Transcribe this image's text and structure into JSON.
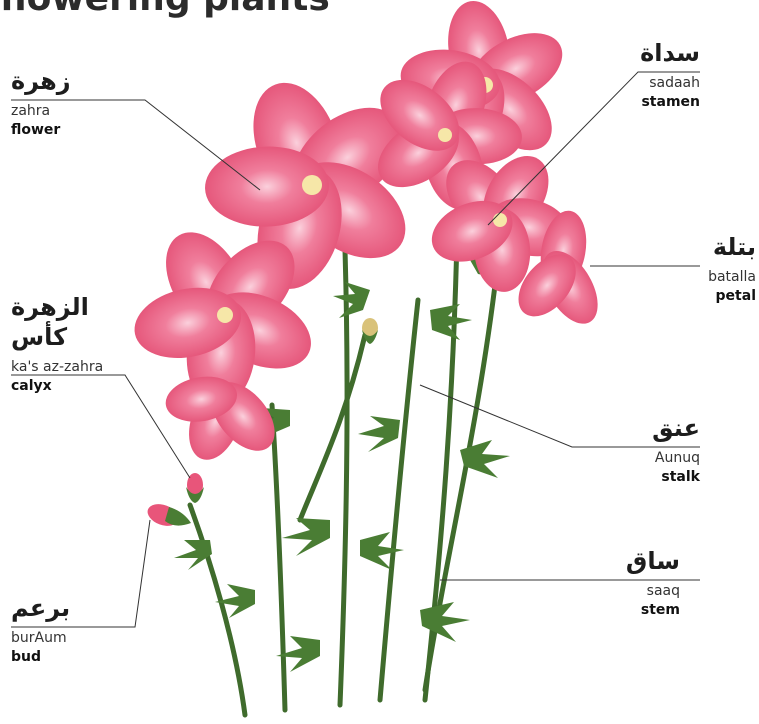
{
  "title": "flowering plants",
  "labels": {
    "flower": {
      "arabic": "زهرة",
      "translit": "zahra",
      "english": "flower"
    },
    "stamen": {
      "arabic": "سداة",
      "translit": "sadaah",
      "english": "stamen"
    },
    "petal": {
      "arabic": "بتلة",
      "translit": "batalla",
      "english": "petal"
    },
    "calyx": {
      "arabic_line1": "الزهرة",
      "arabic_line2": "كأس",
      "translit": "ka's az-zahra",
      "english": "calyx"
    },
    "stalk": {
      "arabic": "عنق",
      "translit": "Aunuq",
      "english": "stalk"
    },
    "stem": {
      "arabic": "ساق",
      "translit": "saaq",
      "english": "stem"
    },
    "bud": {
      "arabic": "برعم",
      "translit": "burAum",
      "english": "bud"
    }
  },
  "colors": {
    "petal": "#e8557a",
    "petal_light": "#f38aa6",
    "center": "#f6e7a8",
    "stem": "#3f6b2c",
    "leaf": "#4a7d34",
    "line": "#333333"
  }
}
